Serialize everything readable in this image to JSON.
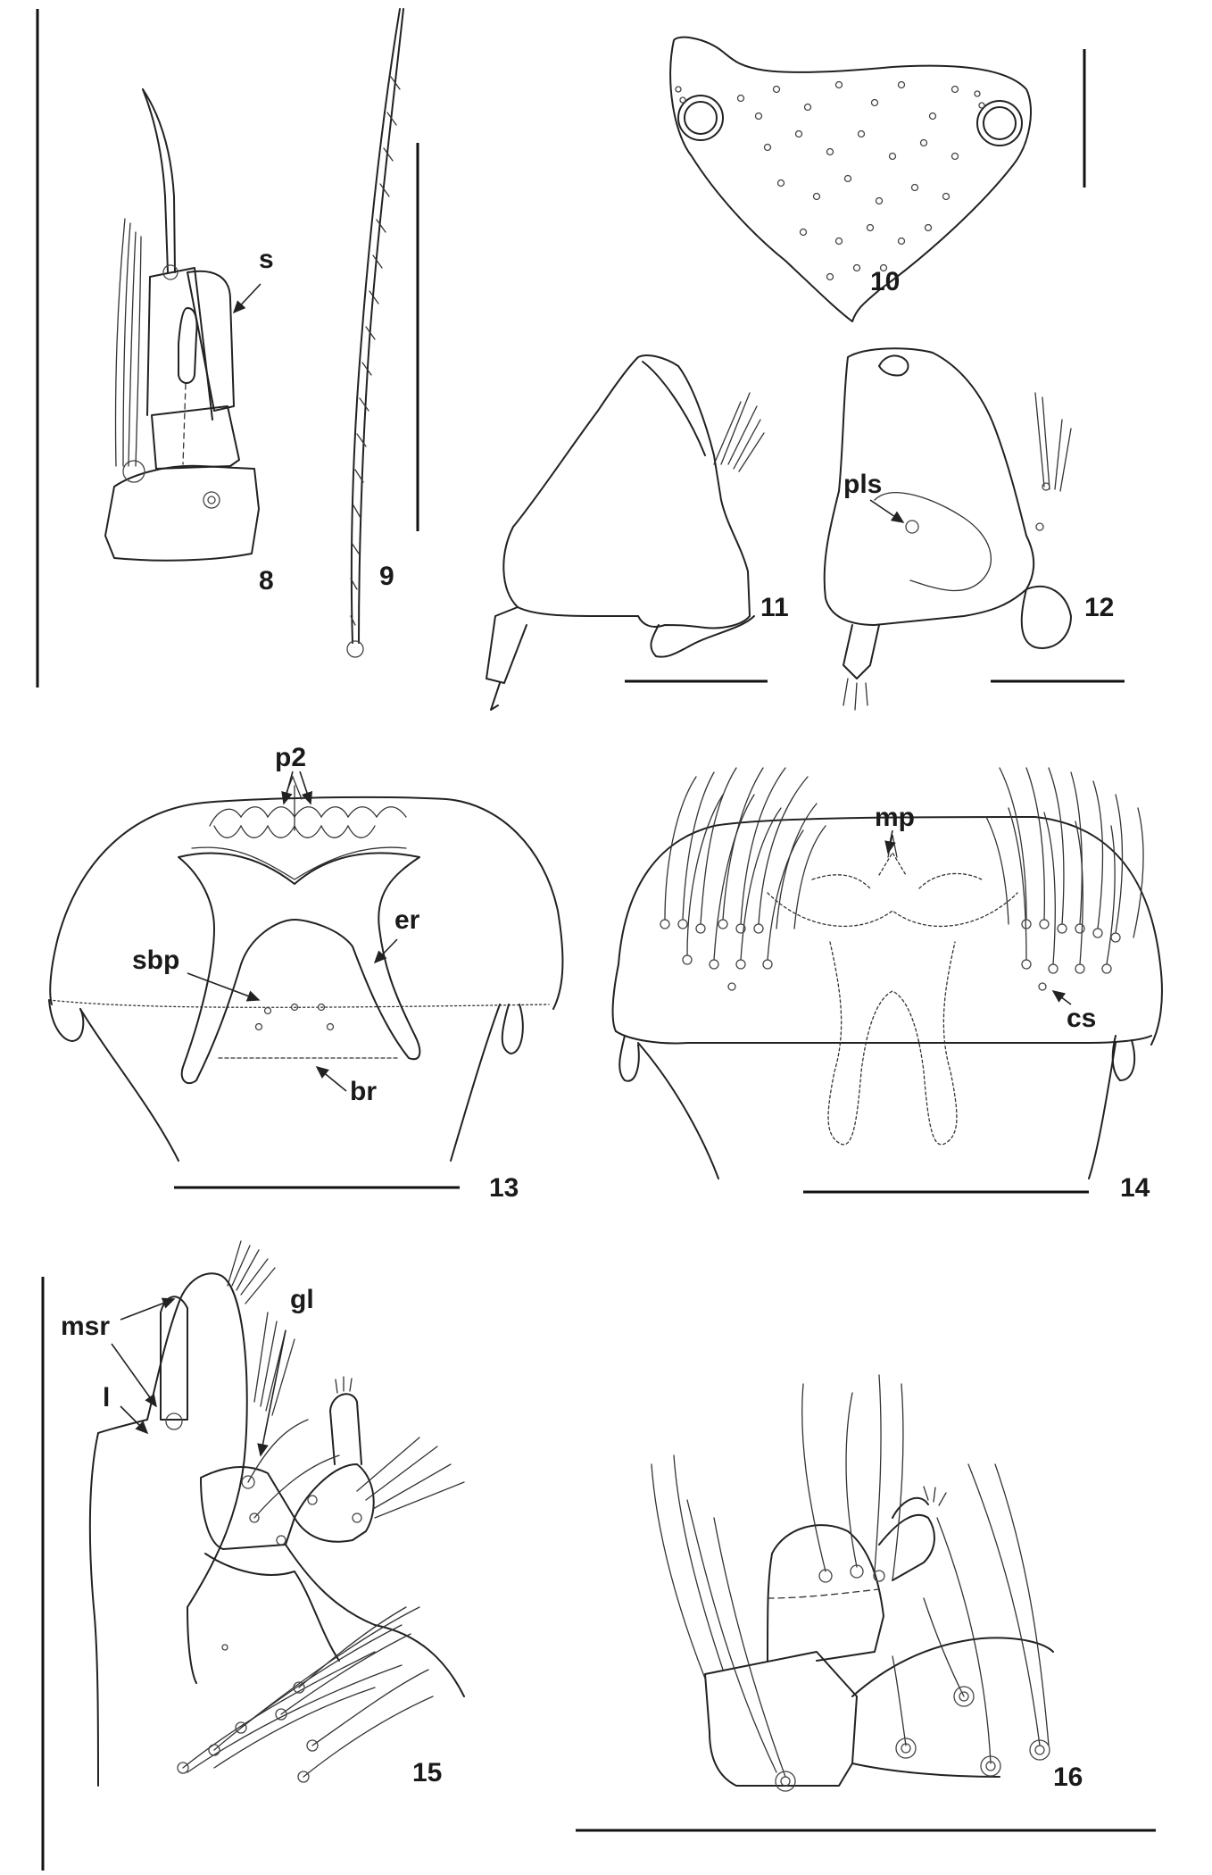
{
  "figures": [
    {
      "id": "fig8",
      "number": "8",
      "labels": [
        "s"
      ]
    },
    {
      "id": "fig9",
      "number": "9",
      "labels": []
    },
    {
      "id": "fig10",
      "number": "10",
      "labels": []
    },
    {
      "id": "fig11",
      "number": "11",
      "labels": []
    },
    {
      "id": "fig12",
      "number": "12",
      "labels": [
        "pls"
      ]
    },
    {
      "id": "fig13",
      "number": "13",
      "labels": [
        "p2",
        "er",
        "sbp",
        "br"
      ]
    },
    {
      "id": "fig14",
      "number": "14",
      "labels": [
        "mp",
        "cs"
      ]
    },
    {
      "id": "fig15",
      "number": "15",
      "labels": [
        "msr",
        "gl",
        "l"
      ]
    },
    {
      "id": "fig16",
      "number": "16",
      "labels": []
    }
  ],
  "colors": {
    "ink": "#222222",
    "stipple": "#555555",
    "background": "#ffffff"
  }
}
